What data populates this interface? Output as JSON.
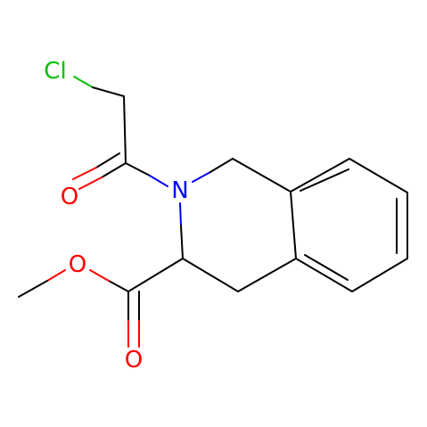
{
  "structure": {
    "atoms": [
      {
        "id": "cl",
        "symbol": "Cl"
      },
      {
        "id": "n",
        "symbol": "N"
      },
      {
        "id": "o_carbonyl",
        "symbol": "O"
      },
      {
        "id": "o_ester_ether",
        "symbol": "O"
      },
      {
        "id": "o_ester_carbonyl",
        "symbol": "O"
      }
    ]
  },
  "colors": {
    "bond": "#000000",
    "chlorine": "#00c000",
    "nitrogen": "#0000ff",
    "oxygen": "#ff0000"
  }
}
